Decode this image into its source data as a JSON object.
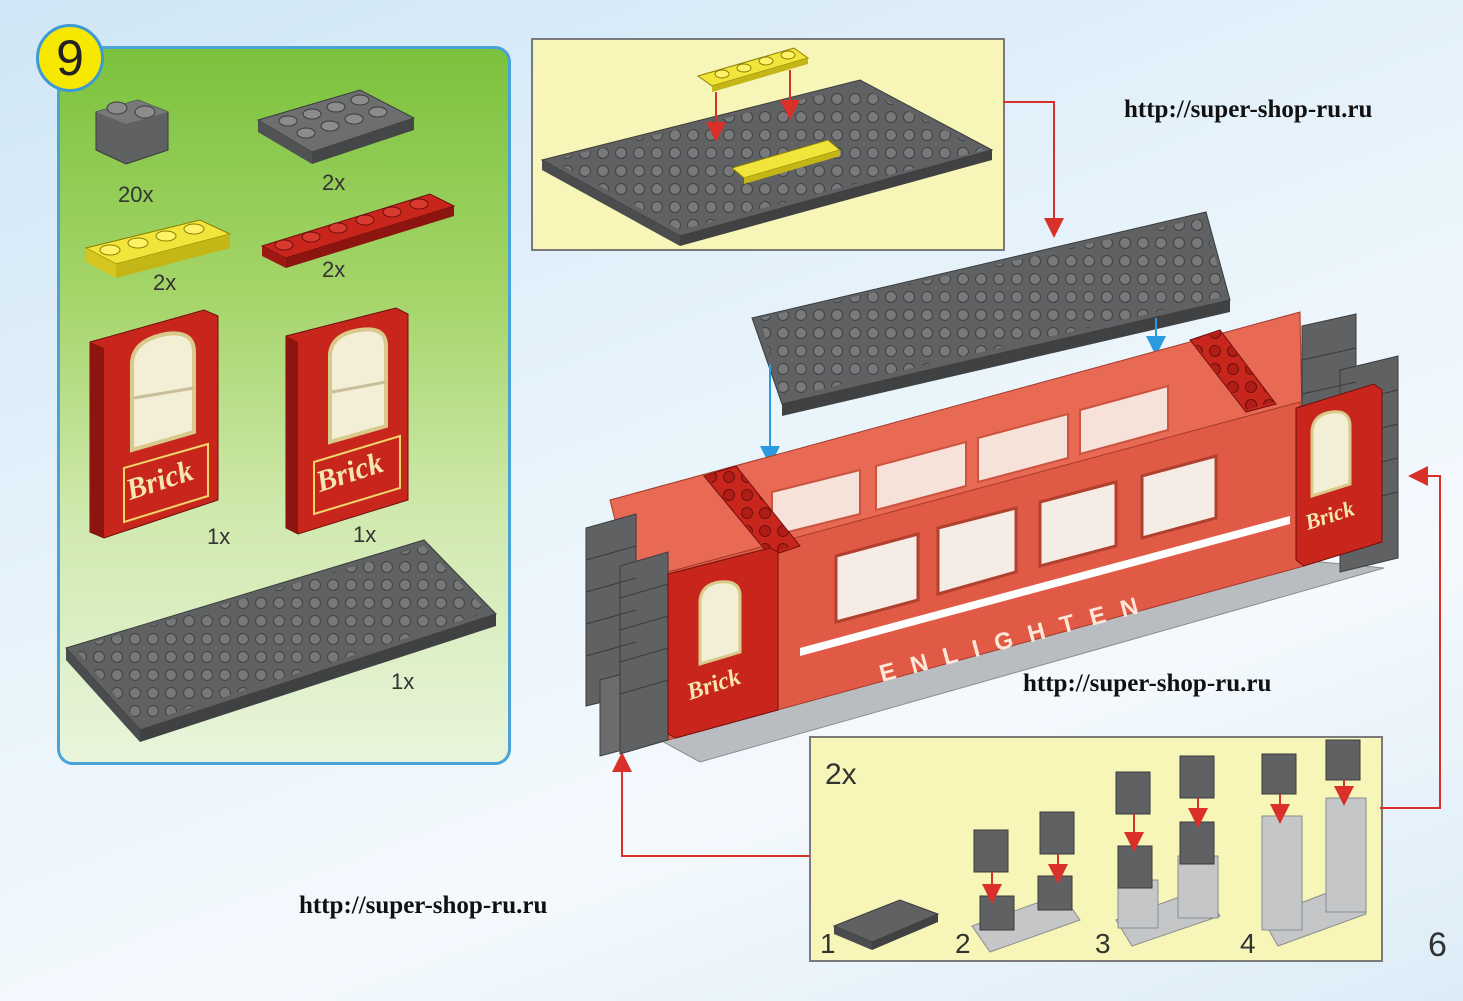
{
  "step": {
    "number": "9"
  },
  "parts": [
    {
      "name": "dark-gray-1x2-brick",
      "qty": "20x"
    },
    {
      "name": "dark-gray-2x4-plate",
      "qty": "2x"
    },
    {
      "name": "yellow-1x4-plate",
      "qty": "2x"
    },
    {
      "name": "red-1x6-plate",
      "qty": "2x"
    },
    {
      "name": "red-door-left",
      "qty": "1x"
    },
    {
      "name": "red-door-right",
      "qty": "1x"
    },
    {
      "name": "dark-gray-6x16-plate",
      "qty": "1x"
    }
  ],
  "door_logo": "Brick",
  "train_lettering": "ENLIGHTEN",
  "sub_assembly": {
    "qty": "2x",
    "steps": [
      "1",
      "2",
      "3",
      "4"
    ]
  },
  "watermarks": [
    "http://super-shop-ru.ru",
    "http://super-shop-ru.ru",
    "http://super-shop-ru.ru"
  ],
  "page_number": "6",
  "colors": {
    "panel_green": "#7bc23d",
    "panel_border": "#4aa3d8",
    "box_yellow": "#f7f5b7",
    "brick_gray": "#5f6163",
    "brick_red": "#c8261d",
    "coach_red": "#e05a45",
    "plate_yellow": "#f1e43b",
    "arrow_red": "#d9302a",
    "arrow_blue": "#2a9be0"
  }
}
